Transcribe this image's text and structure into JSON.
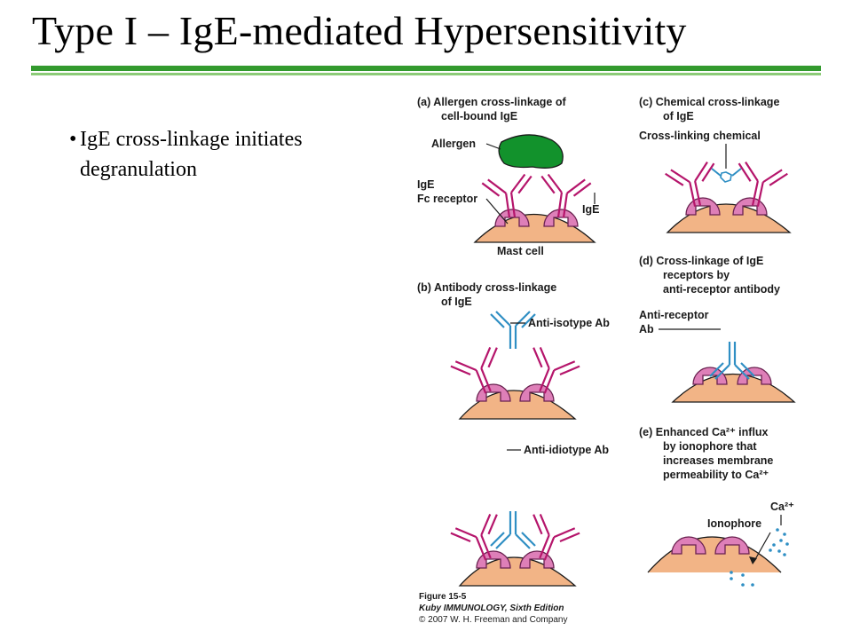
{
  "slide": {
    "title": "Type I – IgE-mediated Hypersensitivity",
    "bullet": "IgE cross-linkage initiates degranulation"
  },
  "figure": {
    "panel_a": {
      "heading_1": "(a)  Allergen cross-linkage of",
      "heading_2": "cell-bound IgE",
      "allergen": "Allergen",
      "ige_left": "IgE",
      "fc_receptor": "Fc receptor",
      "ige_right": "IgE",
      "mast_cell": "Mast cell"
    },
    "panel_b": {
      "heading_1": "(b)  Antibody cross-linkage",
      "heading_2": "of IgE",
      "anti_isotype": "Anti-isotype Ab",
      "anti_idiotype": "Anti-idiotype Ab"
    },
    "panel_c": {
      "heading_1": "(c)  Chemical cross-linkage",
      "heading_2": "of IgE",
      "chemical": "Cross-linking chemical"
    },
    "panel_d": {
      "heading_1": "(d)  Cross-linkage of IgE",
      "heading_2": "receptors by",
      "heading_3": "anti-receptor antibody",
      "anti_receptor_1": "Anti-receptor",
      "anti_receptor_2": "Ab"
    },
    "panel_e": {
      "heading_1": "(e)  Enhanced Ca²⁺ influx",
      "heading_2": "by ionophore that",
      "heading_3": "increases membrane",
      "heading_4": "permeability to Ca²⁺",
      "ca_label": "Ca²⁺",
      "ionophore": "Ionophore"
    },
    "caption": {
      "figure_no": "Figure 15-5",
      "book": "Kuby IMMUNOLOGY, Sixth Edition",
      "copyright": "© 2007 W. H. Freeman and Company"
    },
    "colors": {
      "antibody_magenta": "#b5156b",
      "antibody_blue": "#2f8fc4",
      "receptor_pink": "#de7fb8",
      "mast_cell_tan": "#f2b486",
      "allergen_green": "#12922c",
      "title_rule_green": "#339a2e"
    }
  }
}
